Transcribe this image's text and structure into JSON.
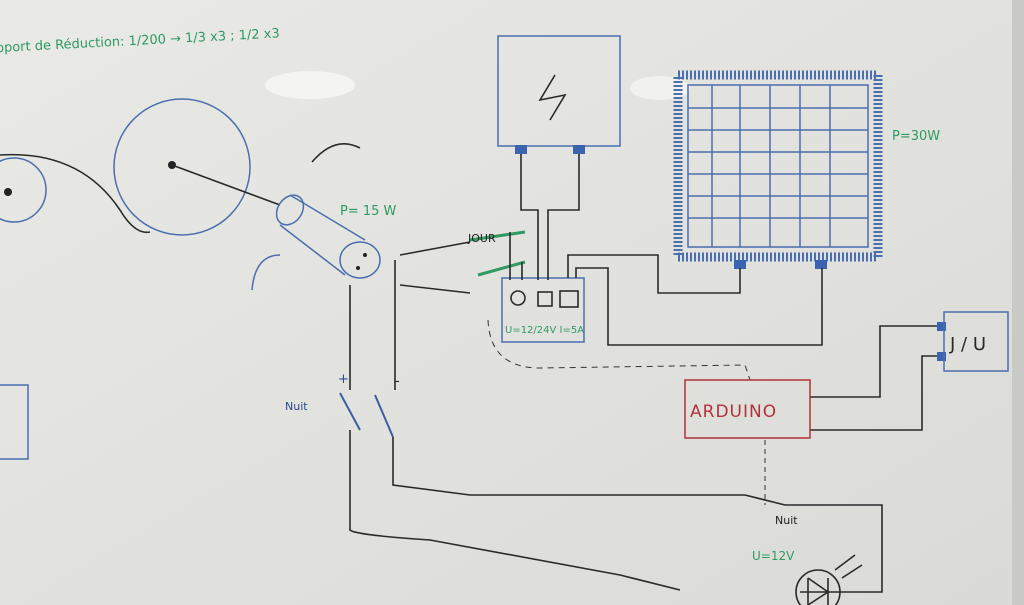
{
  "title_note": "pport de Réduction: 1/200 → 1/3 x3 ; 1/2 x3",
  "motor_power": "P= 15 W",
  "day_switch_label": "JOUR",
  "controller_rating": "U=12/24V  I=5A",
  "panel_power": "P=30W",
  "night_switch_label": "Nuit",
  "plus_sign": "+",
  "minus_sign": "-",
  "arduino_label": "ARDUINO",
  "day_night_sensor": "J / U",
  "relay_label": "Nuit",
  "lamp_voltage": "U=12V",
  "colors": {
    "board": "#e6e6e2",
    "green_ink": "#2f9a63",
    "blue_ink": "#4a6fae",
    "red_ink": "#b2323a",
    "black_ink": "#2a2a2a"
  }
}
